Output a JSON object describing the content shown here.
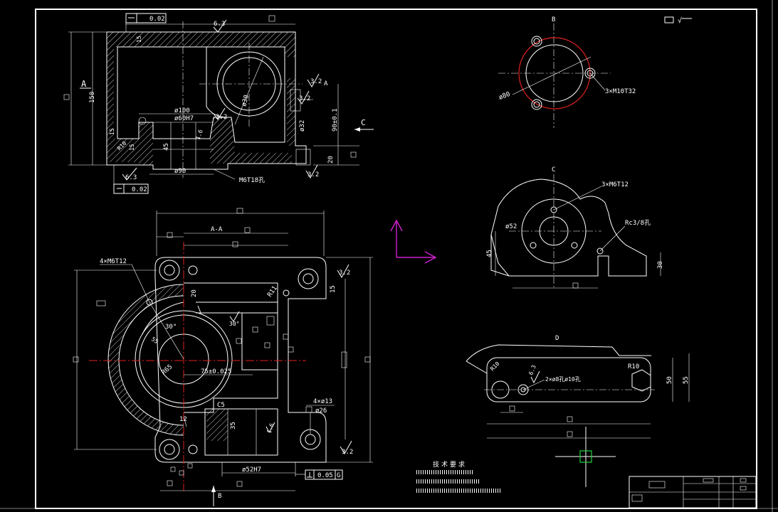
{
  "colors": {
    "background": "#000000",
    "line": "#ffffff",
    "centerline": "#e02020",
    "ucs": "#d020d0",
    "cursor": "#20d040"
  },
  "labels": {
    "view_a_mark": "A",
    "view_b_mark": "B",
    "view_c_mark": "C",
    "view_d_mark": "D",
    "section_label": "A-A",
    "arrow_c": "C",
    "arrow_b": "B"
  },
  "top_view": {
    "flatness_top": "0.02",
    "flatness_bottom": "0.02",
    "roughness_top": "6.3",
    "roughness_right": "3.2",
    "roughness_right_ref": "A",
    "roughness_bore": "3.2",
    "roughness_inner": "3.2",
    "roughness_bottom_left": "6.3",
    "roughness_bottom_right": "3.2",
    "dim_150": "150",
    "dim_15_top": "15",
    "dim_15_left": "15",
    "dim_r10": "R10",
    "dim_15_small": "15",
    "dim_d100": "ø100",
    "dim_d60h7": "ø60H7",
    "dim_45": "45",
    "dim_d90": "ø90",
    "dim_d32": "ø32",
    "dim_d30": "ø30",
    "dim_90": "90±0.1",
    "dim_20": "20",
    "dim_1_6": "1.6",
    "thread_note": "M6T18孔"
  },
  "front_view": {
    "hole_note": "4×M6T12",
    "dim_30deg": "30°",
    "dim_55": "55",
    "dim_r65": "R65",
    "dim_75": "75±0.025",
    "dim_20": "20",
    "dim_r11": "R11",
    "dim_15": "15",
    "dim_12": "12",
    "dim_c5": "C5",
    "dim_35": "35",
    "dim_1_6": "1.6",
    "dim_d52h7": "ø52H7",
    "perp_tol": "0.05",
    "perp_ref": "G",
    "counterbore_note": "4×ø13",
    "counterbore_depth": "ø26",
    "roughness_top": "3.2",
    "roughness_bottom": "3.2"
  },
  "view_b": {
    "dim_d80": "ø80",
    "hole_note": "3×M10T32"
  },
  "view_c": {
    "hole_note": "3×M6T12",
    "dim_d52": "ø52",
    "pipe_note": "Rc3/8孔",
    "dim_45": "45",
    "dim_30": "30"
  },
  "view_d": {
    "dim_r10_left": "R10",
    "dim_r10_right": "R10",
    "roughness": "6.3",
    "hole_note": "2×ø8孔ø10孔",
    "dim_50": "50",
    "dim_55": "55"
  },
  "tech_req": {
    "title": "技术要求"
  },
  "roughness_general": "√"
}
